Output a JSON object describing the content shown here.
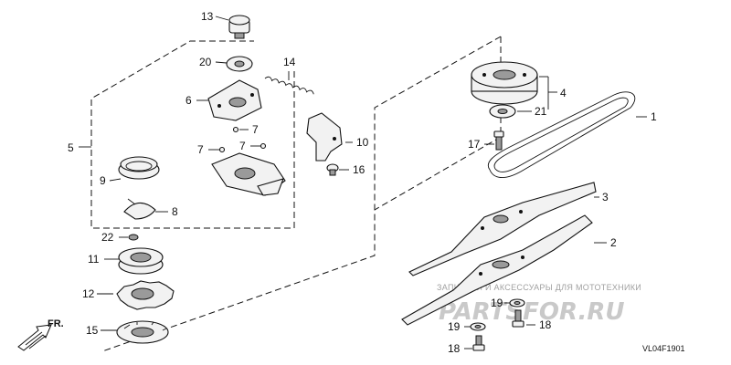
{
  "diagram": {
    "code": "VL04F1901",
    "front_marker": "FR.",
    "parts": [
      {
        "id": "p13",
        "label": "13",
        "name": "bolt-collar"
      },
      {
        "id": "p20",
        "label": "20",
        "name": "bearing"
      },
      {
        "id": "p14",
        "label": "14",
        "name": "spring"
      },
      {
        "id": "p6",
        "label": "6",
        "name": "upper-plate"
      },
      {
        "id": "p7a",
        "label": "7",
        "name": "pin"
      },
      {
        "id": "p7b",
        "label": "7",
        "name": "pin"
      },
      {
        "id": "p7c",
        "label": "7",
        "name": "pin"
      },
      {
        "id": "p5",
        "label": "5",
        "name": "assembly-bracket"
      },
      {
        "id": "p9",
        "label": "9",
        "name": "spring-coil"
      },
      {
        "id": "p8",
        "label": "8",
        "name": "clip"
      },
      {
        "id": "p10",
        "label": "10",
        "name": "lever"
      },
      {
        "id": "p16",
        "label": "16",
        "name": "screw"
      },
      {
        "id": "p22",
        "label": "22",
        "name": "circlip"
      },
      {
        "id": "p11",
        "label": "11",
        "name": "bearing-housing"
      },
      {
        "id": "p12",
        "label": "12",
        "name": "star-nut"
      },
      {
        "id": "p15",
        "label": "15",
        "name": "lock-washer"
      },
      {
        "id": "p4",
        "label": "4",
        "name": "pulley"
      },
      {
        "id": "p21",
        "label": "21",
        "name": "bearing"
      },
      {
        "id": "p1",
        "label": "1",
        "name": "belt"
      },
      {
        "id": "p17",
        "label": "17",
        "name": "bolt"
      },
      {
        "id": "p3",
        "label": "3",
        "name": "upper-blade"
      },
      {
        "id": "p2",
        "label": "2",
        "name": "lower-blade"
      },
      {
        "id": "p19a",
        "label": "19",
        "name": "washer"
      },
      {
        "id": "p19b",
        "label": "19",
        "name": "washer"
      },
      {
        "id": "p18a",
        "label": "18",
        "name": "bolt"
      },
      {
        "id": "p18b",
        "label": "18",
        "name": "bolt"
      }
    ]
  },
  "watermark": {
    "tagline": "ЗАПЧАСТИ И АКСЕССУАРЫ ДЛЯ МОТОТЕХНИКИ",
    "logo": "PARTSFOR.RU"
  }
}
